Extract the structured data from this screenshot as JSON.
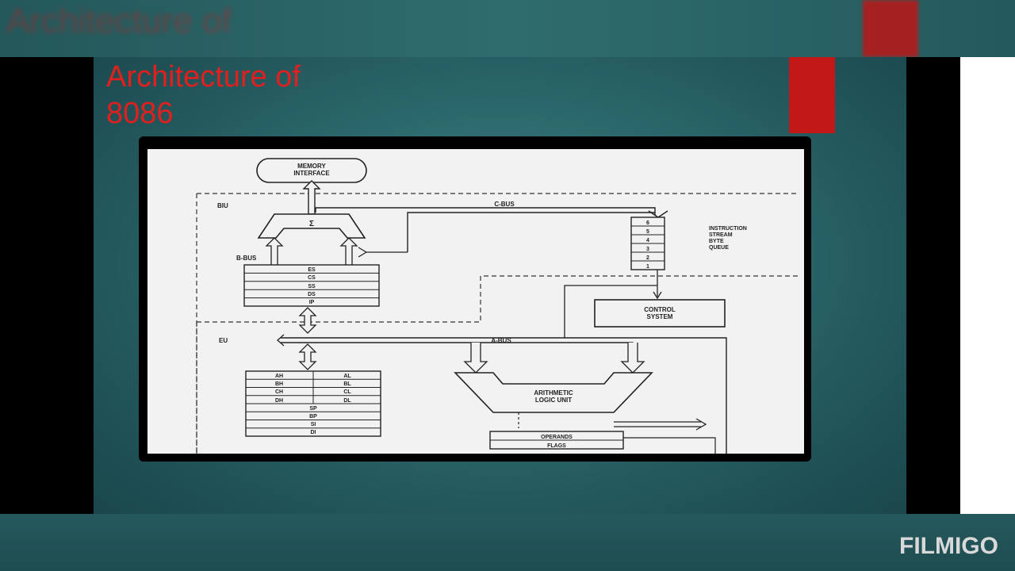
{
  "slide": {
    "title_line1": "Architecture of",
    "title_line2": "8086",
    "ghost_title": "Architecture of"
  },
  "diagram": {
    "memory_interface_line1": "MEMORY",
    "memory_interface_line2": "INTERFACE",
    "biu_label": "BIU",
    "eu_label": "EU",
    "c_bus_label": "C-BUS",
    "b_bus_label": "B-BUS",
    "a_bus_label": "A-BUS",
    "sigma": "Σ",
    "segment_registers": [
      "ES",
      "CS",
      "SS",
      "DS",
      "IP"
    ],
    "queue_slots": [
      "6",
      "5",
      "4",
      "3",
      "2",
      "1"
    ],
    "queue_label": [
      "INSTRUCTION",
      "STREAM",
      "BYTE",
      "QUEUE"
    ],
    "control_system_line1": "CONTROL",
    "control_system_line2": "SYSTEM",
    "general_registers": [
      {
        "high": "AH",
        "low": "AL"
      },
      {
        "high": "BH",
        "low": "BL"
      },
      {
        "high": "CH",
        "low": "CL"
      },
      {
        "high": "DH",
        "low": "DL"
      }
    ],
    "pointer_registers": [
      "SP",
      "BP",
      "SI",
      "DI"
    ],
    "alu_line1": "ARITHMETIC",
    "alu_line2": "LOGIC UNIT",
    "operands_label": "OPERANDS",
    "flags_label": "FLAGS"
  },
  "colors": {
    "title": "#e21f1f",
    "accent": "#c21818",
    "background": "#2c6a6d"
  },
  "watermark": "FILMIGO"
}
